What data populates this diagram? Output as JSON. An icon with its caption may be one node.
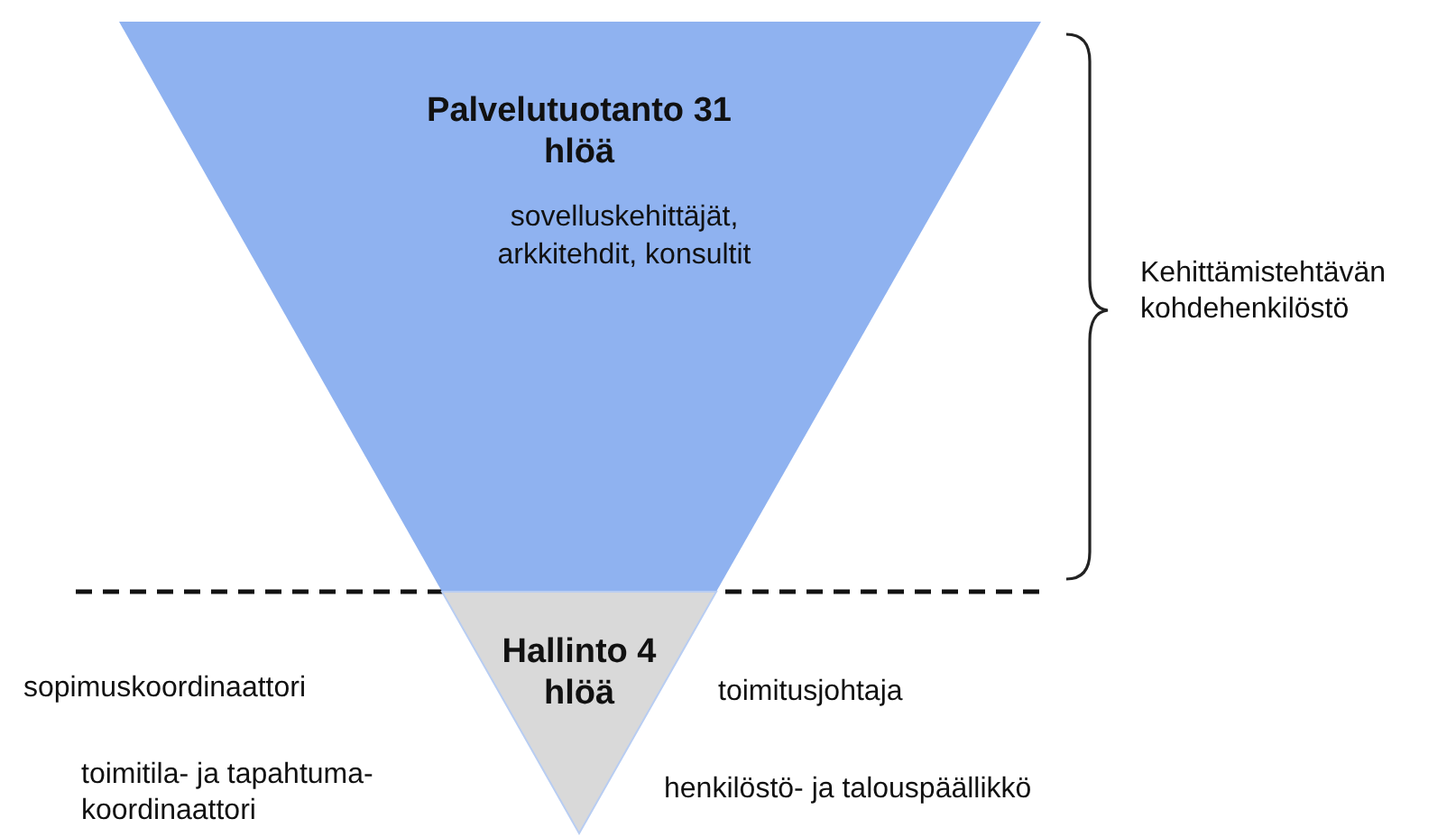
{
  "diagram": {
    "nodes": [
      {
        "text": [
          "Palvelutuotanto 31 hlöä",
          "sovelluskehittäjät, arkkitehdit, konsultit"
        ]
      },
      {
        "text": [
          "Hallinto 4 hlöä"
        ]
      }
    ],
    "labels": [
      "Kehittämistehtävän kohdehenkilöstö",
      "sopimuskoordinaattori",
      "toimitusjohtaja",
      "toimitila- ja tapahtuma- koordinaattori",
      "henkilöstö- ja talouspäällikkö"
    ]
  }
}
